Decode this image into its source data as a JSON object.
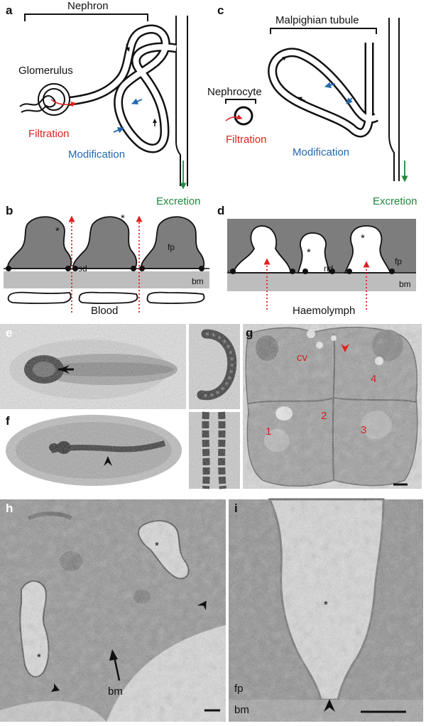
{
  "figure": {
    "panels": {
      "a": {
        "letter": "a",
        "nephron": "Nephron",
        "glomerulus": "Glomerulus",
        "filtration": "Filtration",
        "modification": "Modification",
        "excretion": "Excretion"
      },
      "b": {
        "letter": "b",
        "star1": "*",
        "star2": "*",
        "sd": "sd",
        "fp": "fp",
        "bm": "bm",
        "blood": "Blood"
      },
      "c": {
        "letter": "c",
        "malpighian": "Malpighian tubule",
        "nephrocyte": "Nephrocyte",
        "filtration": "Filtration",
        "modification": "Modification",
        "excretion": "Excretion"
      },
      "d": {
        "letter": "d",
        "star1": "*",
        "star2": "*",
        "nd": "nd",
        "fp": "fp",
        "bm": "bm",
        "haemolymph": "Haemolymph"
      },
      "e": {
        "letter": "e"
      },
      "f": {
        "letter": "f"
      },
      "g": {
        "letter": "g",
        "cv": "cv",
        "n1": "1",
        "n2": "2",
        "n3": "3",
        "n4": "4"
      },
      "h": {
        "letter": "h",
        "star1": "*",
        "star2": "*",
        "bm": "bm"
      },
      "i": {
        "letter": "i",
        "star": "*",
        "fp": "fp",
        "bm": "bm"
      }
    },
    "colors": {
      "filtration": "#e02020",
      "modification": "#2468b0",
      "excretion": "#1e8a3c",
      "cell_fill": "#7d7d7d",
      "membrane": "#bdbdbd"
    }
  }
}
